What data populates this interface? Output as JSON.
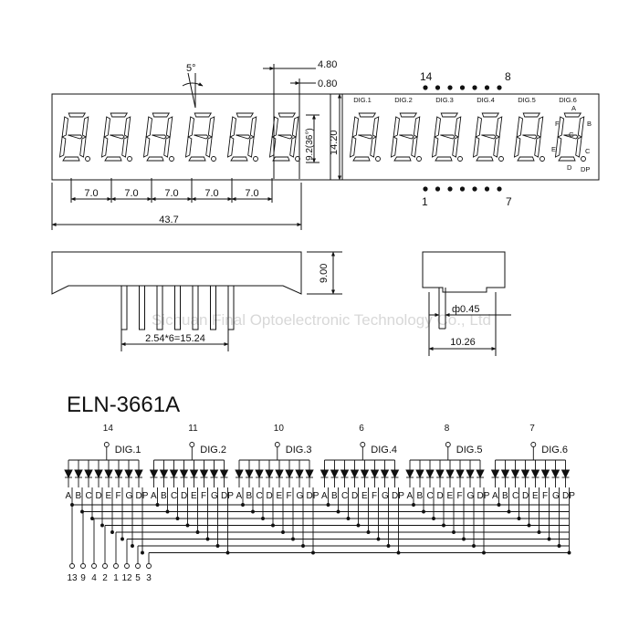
{
  "dimensions": {
    "angle": "5°",
    "dp_width": "4.80",
    "dp_gap": "0.80",
    "digit_height": "9.2(36°)",
    "body_height": "14.20",
    "pitch": "7.0",
    "body_width": "43.7",
    "side_height": "9.00",
    "pin_span": "2.54*6=15.24",
    "pin_diameter": "ф0.45",
    "side_width": "10.26"
  },
  "front_view": {
    "digit_labels": [
      "DIG.1",
      "DIG.2",
      "DIG.3",
      "DIG.4",
      "DIG.5",
      "DIG.6"
    ],
    "segment_labels": {
      "a": "A",
      "b": "B",
      "c": "C",
      "d": "D",
      "e": "E",
      "f": "F",
      "g": "G",
      "dp": "DP"
    },
    "pin_top_left": "14",
    "pin_top_right": "8",
    "pin_bottom_left": "1",
    "pin_bottom_right": "7"
  },
  "watermark": "Sichuan Final Optoelectronic Technology Co., Ltd",
  "part_number": "ELN-3661A",
  "schematic": {
    "digits": [
      {
        "name": "DIG.1",
        "pin": "14"
      },
      {
        "name": "DIG.2",
        "pin": "11"
      },
      {
        "name": "DIG.3",
        "pin": "10"
      },
      {
        "name": "DIG.4",
        "pin": "6"
      },
      {
        "name": "DIG.5",
        "pin": "8"
      },
      {
        "name": "DIG.6",
        "pin": "7"
      }
    ],
    "segments": [
      "A",
      "B",
      "C",
      "D",
      "E",
      "F",
      "G",
      "DP"
    ],
    "bottom_pins": [
      "13",
      "9",
      "4",
      "2",
      "1",
      "12",
      "5",
      "3"
    ]
  },
  "colors": {
    "line": "#111111",
    "watermark": "#d6d6d6"
  }
}
